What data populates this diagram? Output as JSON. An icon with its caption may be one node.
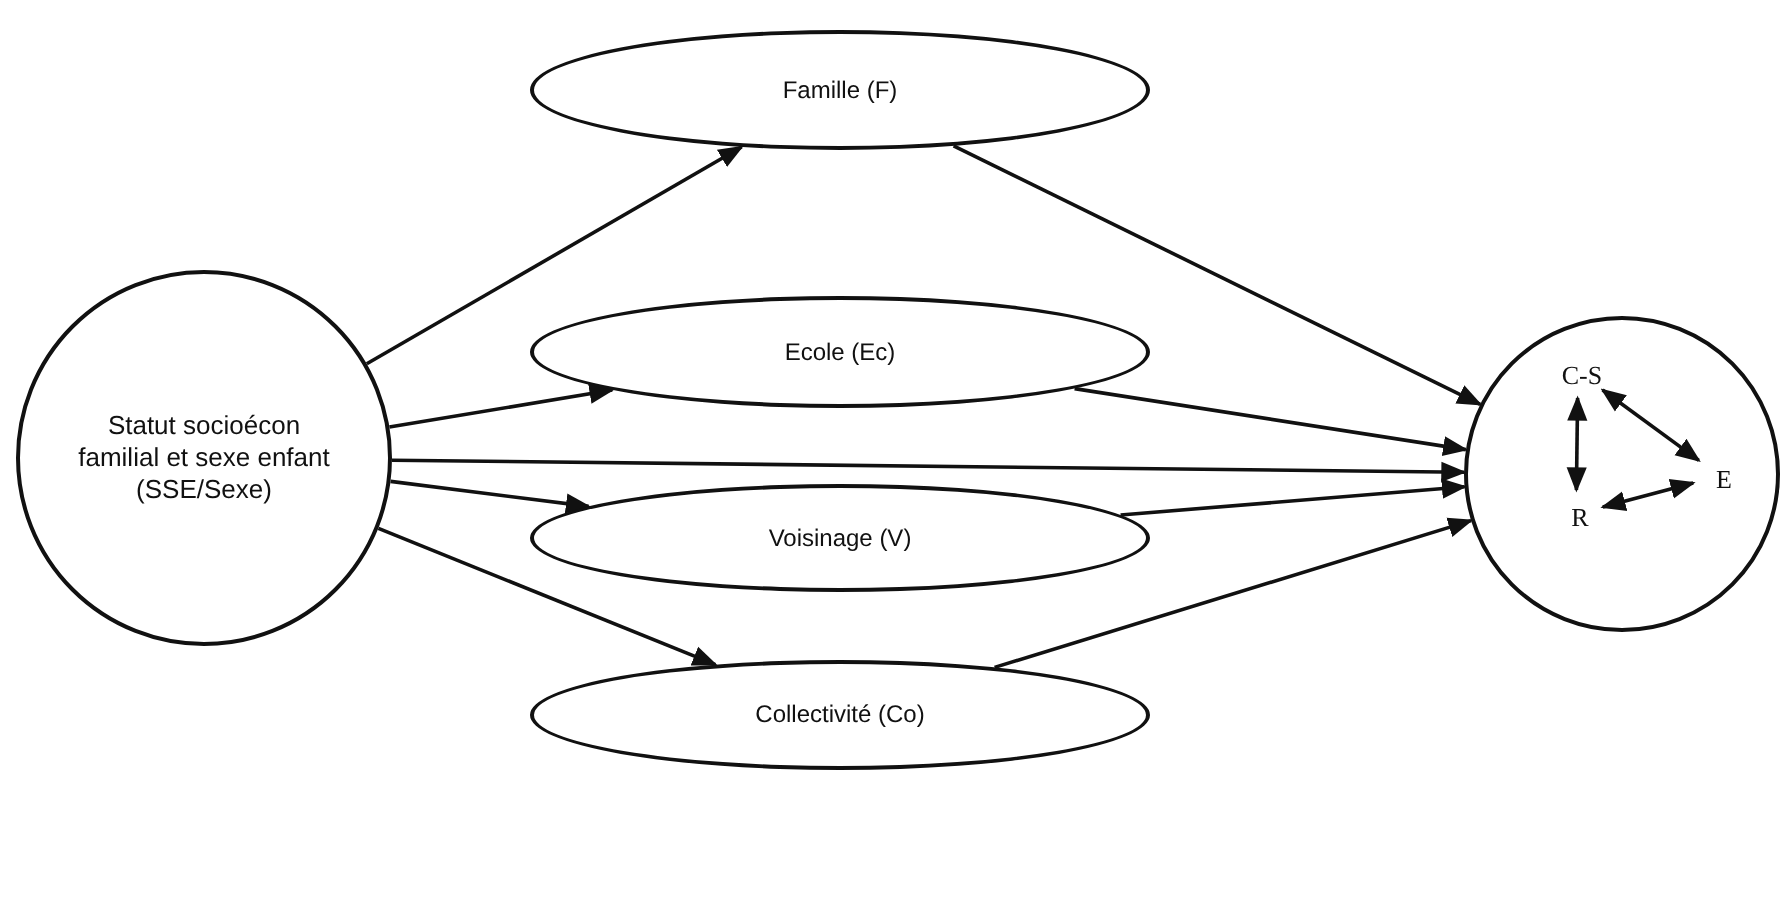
{
  "diagram": {
    "nodes": [
      {
        "text": [
          "Statut socioécon familial et sexe enfant (SSE/Sexe)"
        ]
      },
      {
        "text": [
          "Famille (F)"
        ]
      },
      {
        "text": [
          "Ecole (Ec)"
        ]
      },
      {
        "text": [
          "Voisinage (V)"
        ]
      },
      {
        "text": [
          "Collectivité (Co)"
        ]
      },
      {
        "text": [],
        "shape": "circle"
      },
      {
        "text": [
          "C-S"
        ],
        "in": 5
      },
      {
        "text": [
          "E"
        ],
        "in": 5
      },
      {
        "text": [
          "R"
        ],
        "in": 5
      }
    ],
    "edges": [
      {
        "from": 0,
        "to": 1,
        "arrow": "to"
      },
      {
        "from": 0,
        "to": 2,
        "arrow": "to"
      },
      {
        "from": 0,
        "to": 5,
        "arrow": "to"
      },
      {
        "from": 0,
        "to": 3,
        "arrow": "to"
      },
      {
        "from": 0,
        "to": 4,
        "arrow": "to"
      },
      {
        "from": 1,
        "to": 5,
        "arrow": "to"
      },
      {
        "from": 2,
        "to": 5,
        "arrow": "to"
      },
      {
        "from": 3,
        "to": 5,
        "arrow": "to"
      },
      {
        "from": 4,
        "to": 5,
        "arrow": "to"
      },
      {
        "from": 6,
        "to": 8,
        "arrow": "both"
      },
      {
        "from": 6,
        "to": 7,
        "arrow": "both"
      },
      {
        "from": 7,
        "to": 8,
        "arrow": "both"
      }
    ]
  }
}
